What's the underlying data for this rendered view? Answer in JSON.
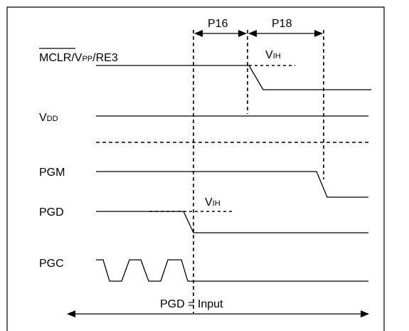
{
  "diagram": {
    "signals": {
      "mclr": {
        "label_overbar": "MCLR",
        "label_rest_1": "/V",
        "label_sub": "PP",
        "label_rest_2": "/RE3"
      },
      "vdd": {
        "label_main": "V",
        "label_sub": "DD"
      },
      "pgm": {
        "label": "PGM"
      },
      "pgd": {
        "label": "PGD"
      },
      "pgc": {
        "label": "PGC"
      }
    },
    "timing": {
      "p16": "P16",
      "p18": "P18"
    },
    "thresholds": {
      "vih_mclr": {
        "main": "V",
        "sub": "IH"
      },
      "vih_pgd": {
        "main": "V",
        "sub": "IH"
      }
    },
    "footer": {
      "pgd_state": "PGD = Input"
    }
  }
}
